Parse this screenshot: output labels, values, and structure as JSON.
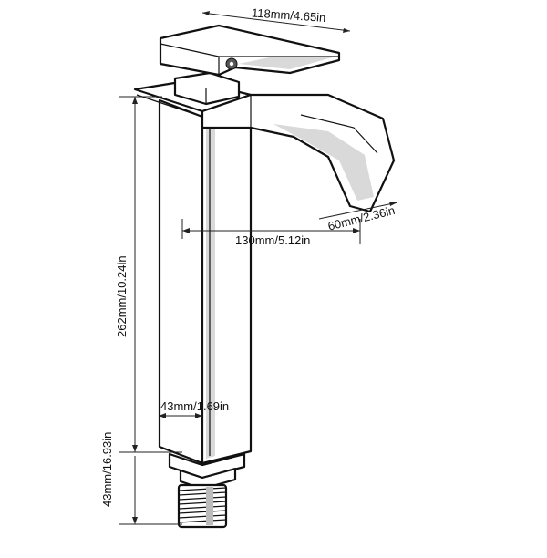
{
  "diagram": {
    "subject": "faucet-dimensions",
    "dimensions": {
      "handle_width": "118mm/4.65in",
      "spout_width": "60mm/2.36in",
      "reach": "130mm/5.12in",
      "body_height": "262mm/10.24in",
      "body_width": "43mm/1.69in",
      "thread_length": "43mm/16.93in"
    }
  }
}
